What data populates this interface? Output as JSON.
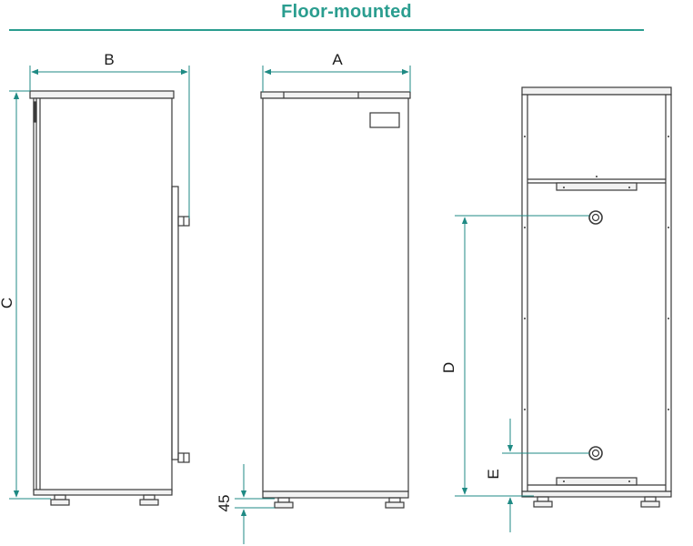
{
  "title": "Floor-mounted",
  "colors": {
    "accent": "#2a9d8f",
    "dimension": "#1f8a84",
    "outline": "#3a3a3a",
    "panel": "#f2f2f2"
  },
  "labels": {
    "width_b": "B",
    "width_a": "A",
    "height_c": "C",
    "height_d": "D",
    "height_e": "E",
    "foot_height": "45"
  }
}
